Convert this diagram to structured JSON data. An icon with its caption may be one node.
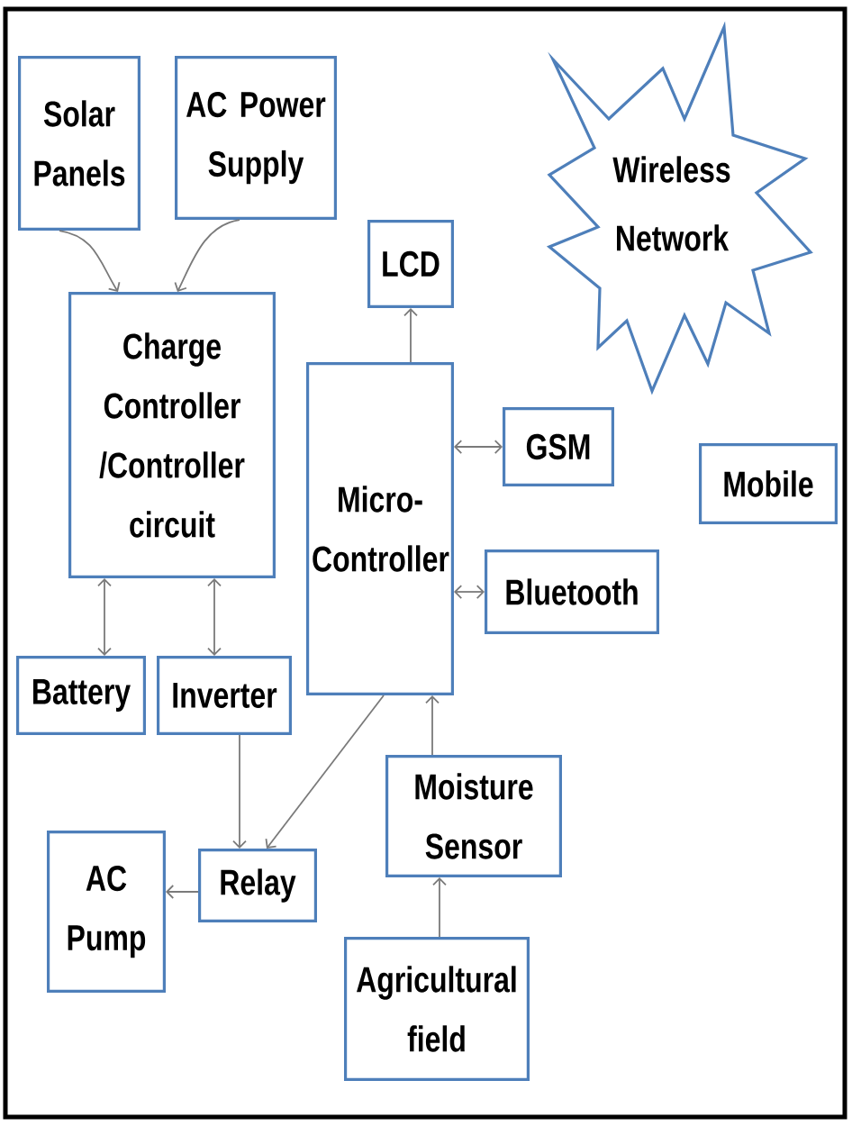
{
  "diagram": {
    "nodes": [
      {
        "text": [
          "Solar Panels"
        ]
      },
      {
        "text": [
          "AC Power Supply"
        ]
      },
      {
        "text": [
          "Wireless Network"
        ]
      },
      {
        "text": [
          "LCD"
        ]
      },
      {
        "text": [
          "Charge Controller /Controller circuit"
        ]
      },
      {
        "text": [
          "Micro- Controller"
        ]
      },
      {
        "text": [
          "GSM"
        ]
      },
      {
        "text": [
          "Mobile"
        ]
      },
      {
        "text": [
          "Bluetooth"
        ]
      },
      {
        "text": [
          "Battery"
        ]
      },
      {
        "text": [
          "Inverter"
        ]
      },
      {
        "text": [
          "Moisture Sensor"
        ]
      },
      {
        "text": [
          "AC Pump"
        ]
      },
      {
        "text": [
          "Relay"
        ]
      },
      {
        "text": [
          "Agricultural field"
        ]
      }
    ],
    "edges": [
      {
        "from": 0,
        "to": 4,
        "arrow": "to"
      },
      {
        "from": 1,
        "to": 4,
        "arrow": "to"
      },
      {
        "from": 5,
        "to": 3,
        "arrow": "to"
      },
      {
        "from": 5,
        "to": 6,
        "arrow": "both"
      },
      {
        "from": 5,
        "to": 8,
        "arrow": "both"
      },
      {
        "from": 4,
        "to": 9,
        "arrow": "both"
      },
      {
        "from": 4,
        "to": 10,
        "arrow": "both"
      },
      {
        "from": 10,
        "to": 13,
        "arrow": "to"
      },
      {
        "from": 5,
        "to": 13,
        "arrow": "to"
      },
      {
        "from": 13,
        "to": 12,
        "arrow": "to"
      },
      {
        "from": 11,
        "to": 5,
        "arrow": "to"
      },
      {
        "from": 14,
        "to": 11,
        "arrow": "to"
      }
    ]
  }
}
